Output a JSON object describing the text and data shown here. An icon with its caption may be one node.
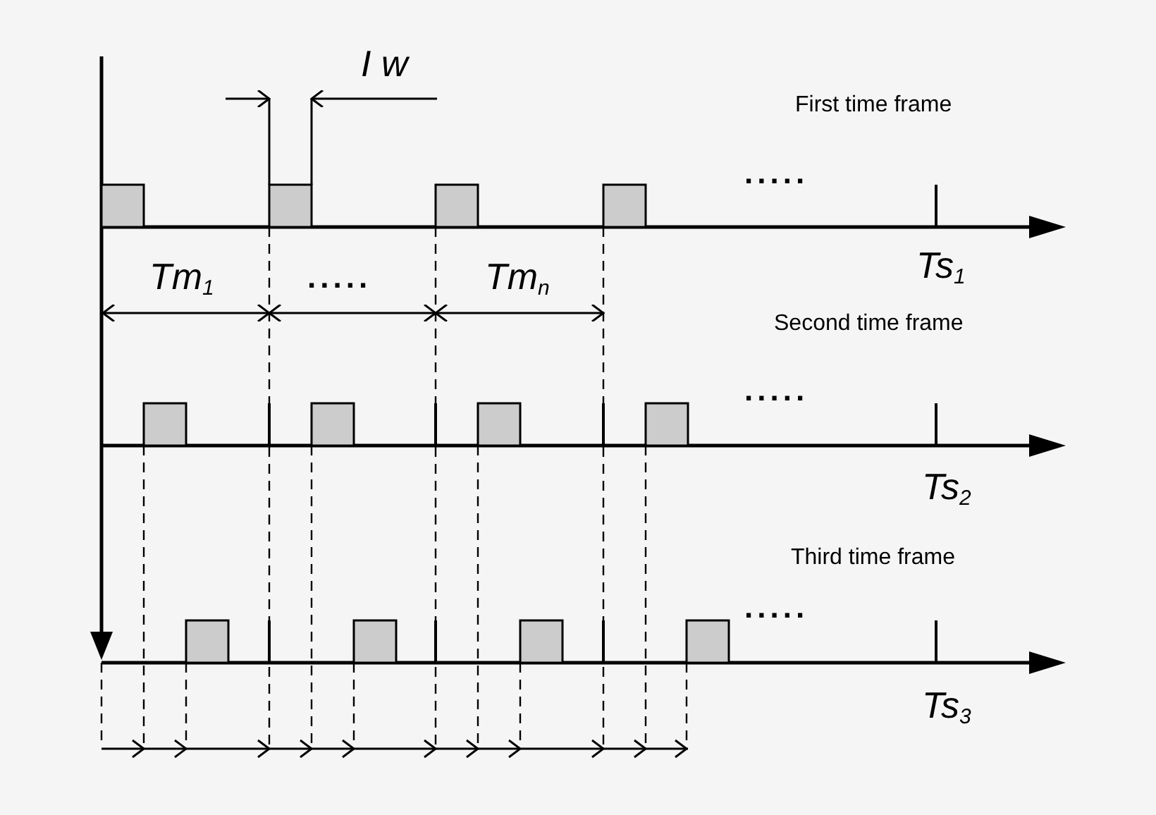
{
  "diagram": {
    "labels": [
      "I w",
      "First time frame",
      ".....",
      "Ts$_{1}$",
      "Tm$_{1}$",
      ".....",
      "Tm$_{n}$",
      "Second time frame",
      ".....",
      "Ts$_{2}$",
      "Third time frame",
      ".....",
      "Ts$_{3}$"
    ]
  }
}
